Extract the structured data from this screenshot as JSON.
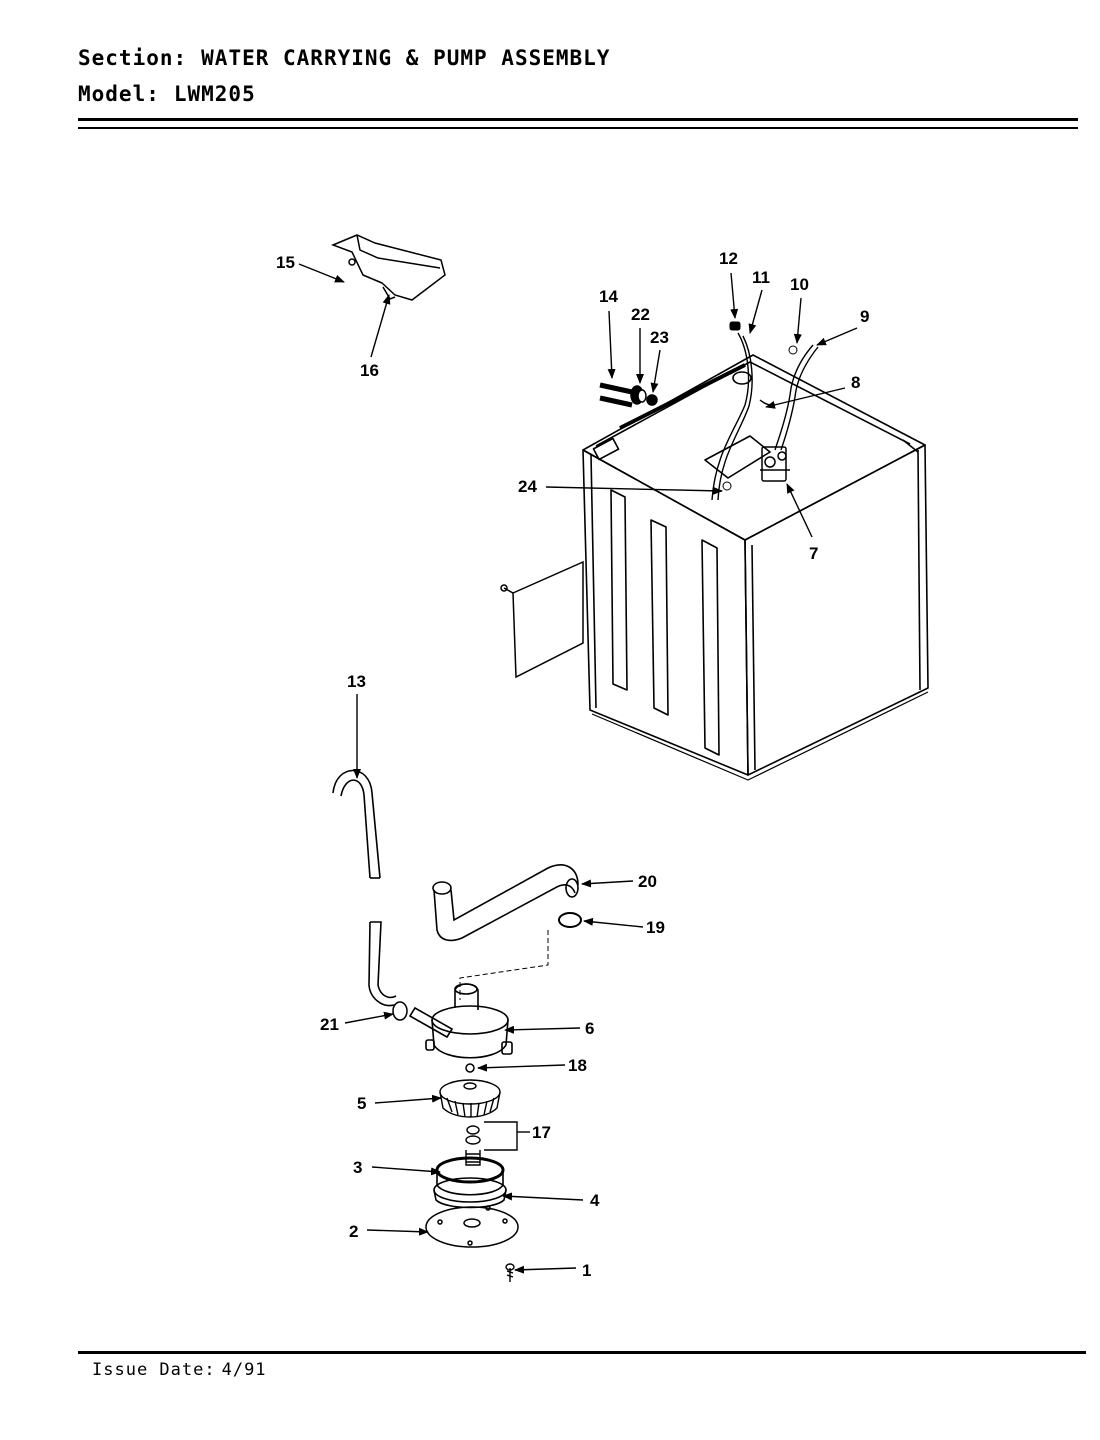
{
  "header": {
    "section_label": "Section:",
    "section_value": "WATER CARRYING & PUMP ASSEMBLY",
    "model_label": "Model:",
    "model_value": "LWM205"
  },
  "footer": {
    "issue_label": "Issue Date:",
    "issue_value": "4/91"
  },
  "callouts": [
    "1",
    "2",
    "3",
    "4",
    "5",
    "6",
    "7",
    "8",
    "9",
    "10",
    "11",
    "12",
    "13",
    "14",
    "15",
    "16",
    "17",
    "18",
    "19",
    "20",
    "21",
    "22",
    "23",
    "24"
  ]
}
